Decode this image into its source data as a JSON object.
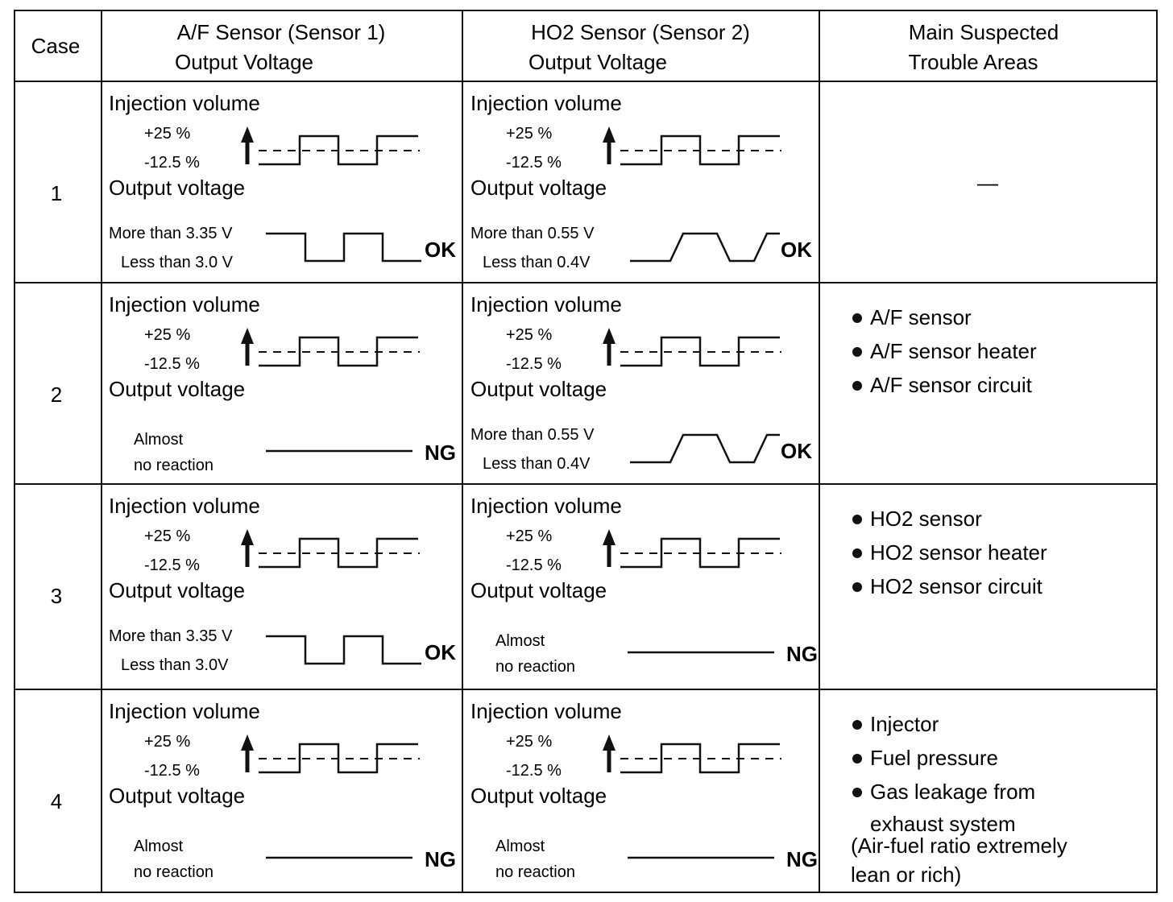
{
  "header": {
    "case": "Case",
    "af_line1": "A/F Sensor (Sensor 1)",
    "af_line2": "Output Voltage",
    "ho2_line1": "HO2 Sensor (Sensor 2)",
    "ho2_line2": "Output Voltage",
    "areas_line1": "Main Suspected",
    "areas_line2": "Trouble Areas"
  },
  "labels": {
    "injection_volume": "Injection volume",
    "plus_25": "+25 %",
    "minus_12_5": "-12.5  %",
    "output_voltage": "Output voltage"
  },
  "cases": [
    {
      "number": "1",
      "af": {
        "kind": "square",
        "high": "More than 3.35 V",
        "low": "Less than 3.0 V",
        "result": "OK"
      },
      "ho2": {
        "kind": "trapezoid",
        "high": "More than 0.55 V",
        "low": "Less than 0.4V",
        "result": "OK"
      },
      "areas": [],
      "areas_dash": "—",
      "note": []
    },
    {
      "number": "2",
      "af": {
        "kind": "flat",
        "high": "Almost",
        "low": "no reaction",
        "result": "NG"
      },
      "ho2": {
        "kind": "trapezoid",
        "high": "More than 0.55 V",
        "low": "Less than 0.4V",
        "result": "OK"
      },
      "areas": [
        "A/F sensor",
        "A/F sensor heater",
        "A/F sensor circuit"
      ],
      "areas_dash": "",
      "note": []
    },
    {
      "number": "3",
      "af": {
        "kind": "square",
        "high": "More than 3.35 V",
        "low": "Less than 3.0V",
        "result": "OK"
      },
      "ho2": {
        "kind": "flat",
        "high": "Almost",
        "low": "no reaction",
        "result": "NG"
      },
      "areas": [
        "HO2 sensor",
        "HO2 sensor heater",
        "HO2 sensor circuit"
      ],
      "areas_dash": "",
      "note": []
    },
    {
      "number": "4",
      "af": {
        "kind": "flat",
        "high": "Almost",
        "low": "no reaction",
        "result": "NG"
      },
      "ho2": {
        "kind": "flat",
        "high": "Almost",
        "low": "no reaction",
        "result": "NG"
      },
      "areas": [
        "Injector",
        "Fuel pressure",
        "Gas leakage from",
        "exhaust system"
      ],
      "areas_dash": "",
      "note": [
        "(Air-fuel ratio extremely",
        "lean or rich)"
      ]
    }
  ]
}
